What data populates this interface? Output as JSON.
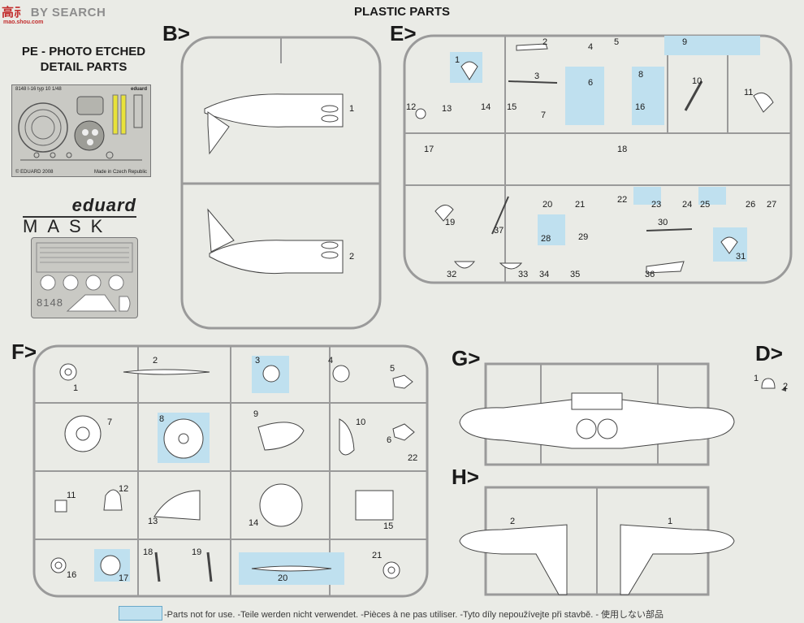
{
  "watermark": {
    "a": "⾼",
    "b": "⺬",
    "search": "BY SEARCH",
    "url": "mao.shou.com"
  },
  "page_title": "PLASTIC PARTS",
  "pe": {
    "line1": "PE - PHOTO ETCHED",
    "line2": "DETAIL PARTS",
    "fret_title": "8148  I-16 typ 10  1/48",
    "fret_brand": "eduard",
    "fret_copy": "© EDUARD 2008",
    "fret_made": "Made in Czech Republic"
  },
  "mask": {
    "brand": "eduard",
    "word": "MASK",
    "code": "8148"
  },
  "sprues": {
    "B": "B>",
    "E": "E>",
    "F": "F>",
    "G": "G>",
    "H": "H>",
    "D": "D>"
  },
  "legend": {
    "color": "#bfe0ef",
    "text": "-Parts not for use. -Teile werden nicht verwendet. -Pièces à ne pas utiliser. -Tyto díly nepoužívejte při stavbě. - 使用しない部品"
  },
  "parts": {
    "B": [
      "1",
      "2"
    ],
    "E": [
      "1",
      "2",
      "3",
      "4",
      "5",
      "6",
      "7",
      "8",
      "9",
      "10",
      "11",
      "12",
      "13",
      "14",
      "15",
      "16",
      "17",
      "18",
      "19",
      "20",
      "21",
      "22",
      "23",
      "24",
      "25",
      "26",
      "27",
      "28",
      "29",
      "30",
      "31",
      "32",
      "33",
      "34",
      "35",
      "36",
      "37"
    ],
    "F": [
      "1",
      "2",
      "3",
      "4",
      "5",
      "6",
      "7",
      "8",
      "9",
      "10",
      "11",
      "12",
      "13",
      "14",
      "15",
      "16",
      "17",
      "18",
      "19",
      "20",
      "21",
      "22"
    ],
    "H": [
      "1",
      "2"
    ],
    "D": [
      "1",
      "2"
    ]
  }
}
